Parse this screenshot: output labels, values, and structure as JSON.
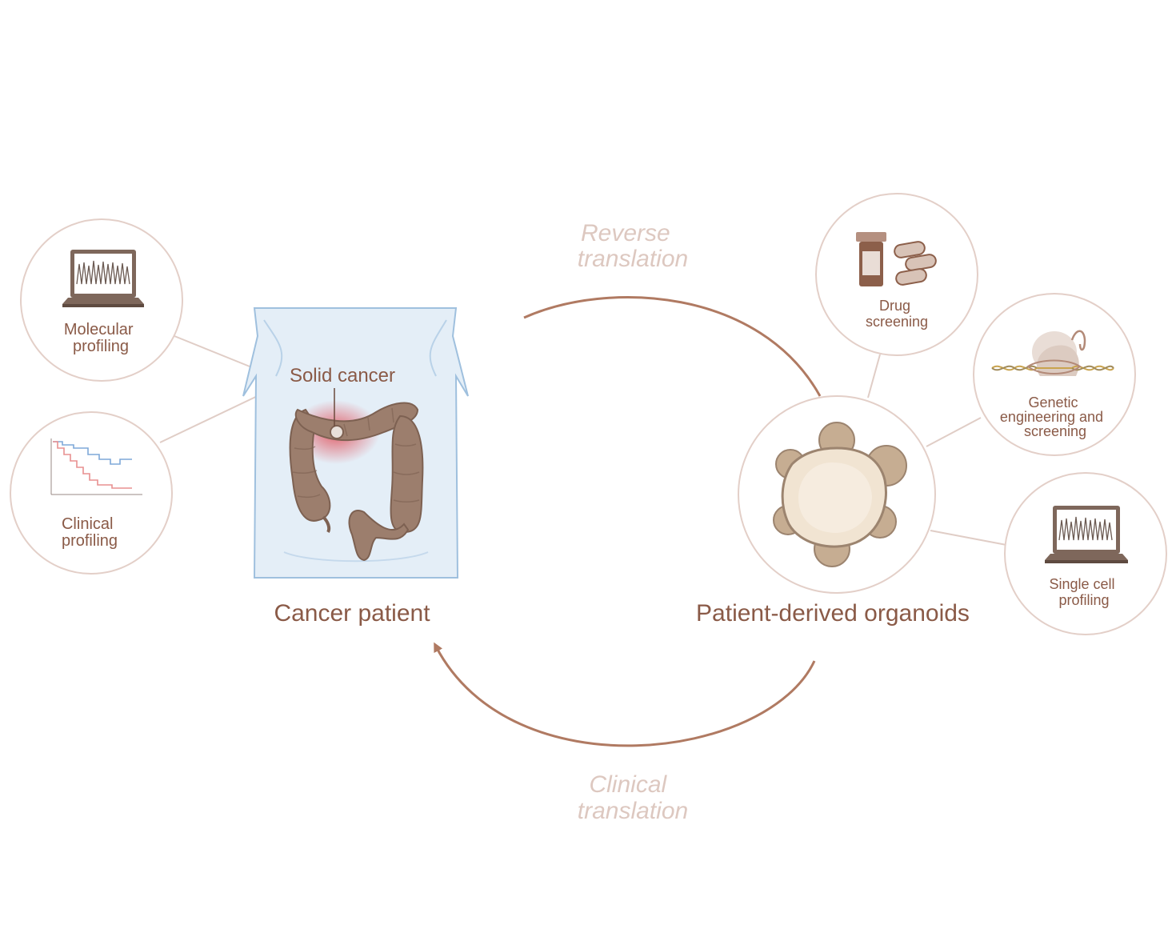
{
  "colors": {
    "accent": "#8a5a47",
    "arrow": "#b07a62",
    "circle_stroke": "#e3cfc8",
    "faded_text": "#ddc8c0",
    "torso": "#e3eef7",
    "colon": "#9c7e6d",
    "organoid_fill": "#f1e4d2",
    "organoid_bud": "#c6ad92"
  },
  "flow": {
    "reverse_line1": "Reverse",
    "reverse_line2": "translation",
    "clinical_line1": "Clinical",
    "clinical_line2": "translation"
  },
  "patient": {
    "title": "Cancer patient",
    "tumor_label": "Solid cancer",
    "icons": [
      "torso-icon",
      "colon-icon"
    ]
  },
  "organoids": {
    "title": "Patient-derived organoids",
    "icon": "organoid-icon"
  },
  "patient_circles": [
    {
      "id": "molecular",
      "line1": "Molecular",
      "line2": "profiling",
      "icon": "laptop-icon"
    },
    {
      "id": "clinical",
      "line1": "Clinical",
      "line2": "profiling",
      "icon": "survival-chart-icon"
    }
  ],
  "organoid_circles": [
    {
      "id": "drug",
      "line1": "Drug",
      "line2": "screening",
      "icon": "pill-bottle-icon"
    },
    {
      "id": "genetic",
      "line1": "Genetic",
      "line2": "engineering and",
      "line3": "screening",
      "icon": "dna-crispr-icon"
    },
    {
      "id": "single-cell",
      "line1": "Single cell",
      "line2": "profiling",
      "icon": "laptop-icon"
    }
  ]
}
